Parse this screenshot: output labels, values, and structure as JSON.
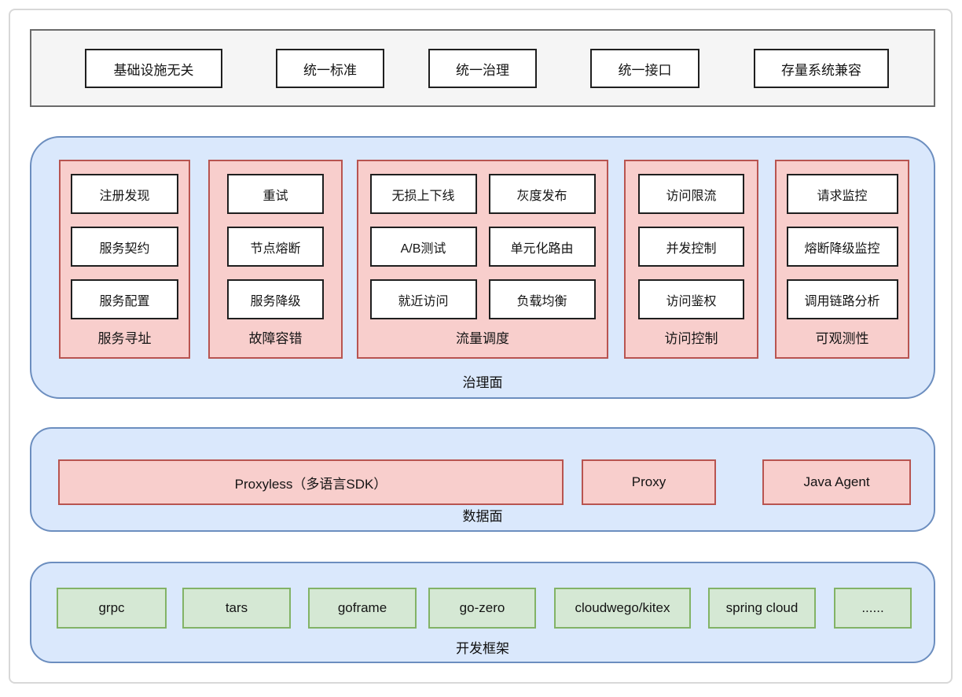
{
  "palette": {
    "layer_fill": "#dae8fc",
    "layer_stroke": "#6c8ebf",
    "pink_fill": "#f8cecc",
    "pink_stroke": "#b85450",
    "green_fill": "#d5e8d4",
    "green_stroke": "#82b366",
    "gray_fill": "#f5f5f5",
    "gray_stroke": "#666666",
    "white_box_fill": "#ffffff",
    "white_box_stroke": "#1f1f1f"
  },
  "top_bar": {
    "items": [
      "基础设施无关",
      "统一标准",
      "统一治理",
      "统一接口",
      "存量系统兼容"
    ]
  },
  "governance": {
    "label": "治理面",
    "panels": [
      {
        "label": "服务寻址",
        "items": [
          "注册发现",
          "服务契约",
          "服务配置"
        ]
      },
      {
        "label": "故障容错",
        "items": [
          "重试",
          "节点熔断",
          "服务降级"
        ]
      },
      {
        "label": "流量调度",
        "items": [
          "无损上下线",
          "灰度发布",
          "A/B测试",
          "单元化路由",
          "就近访问",
          "负载均衡"
        ]
      },
      {
        "label": "访问控制",
        "items": [
          "访问限流",
          "并发控制",
          "访问鉴权"
        ]
      },
      {
        "label": "可观测性",
        "items": [
          "请求监控",
          "熔断降级监控",
          "调用链路分析"
        ]
      }
    ]
  },
  "data_plane": {
    "label": "数据面",
    "items": [
      "Proxyless（多语言SDK）",
      "Proxy",
      "Java Agent"
    ]
  },
  "frameworks": {
    "label": "开发框架",
    "items": [
      "grpc",
      "tars",
      "goframe",
      "go-zero",
      "cloudwego/kitex",
      "spring cloud",
      "......"
    ]
  }
}
